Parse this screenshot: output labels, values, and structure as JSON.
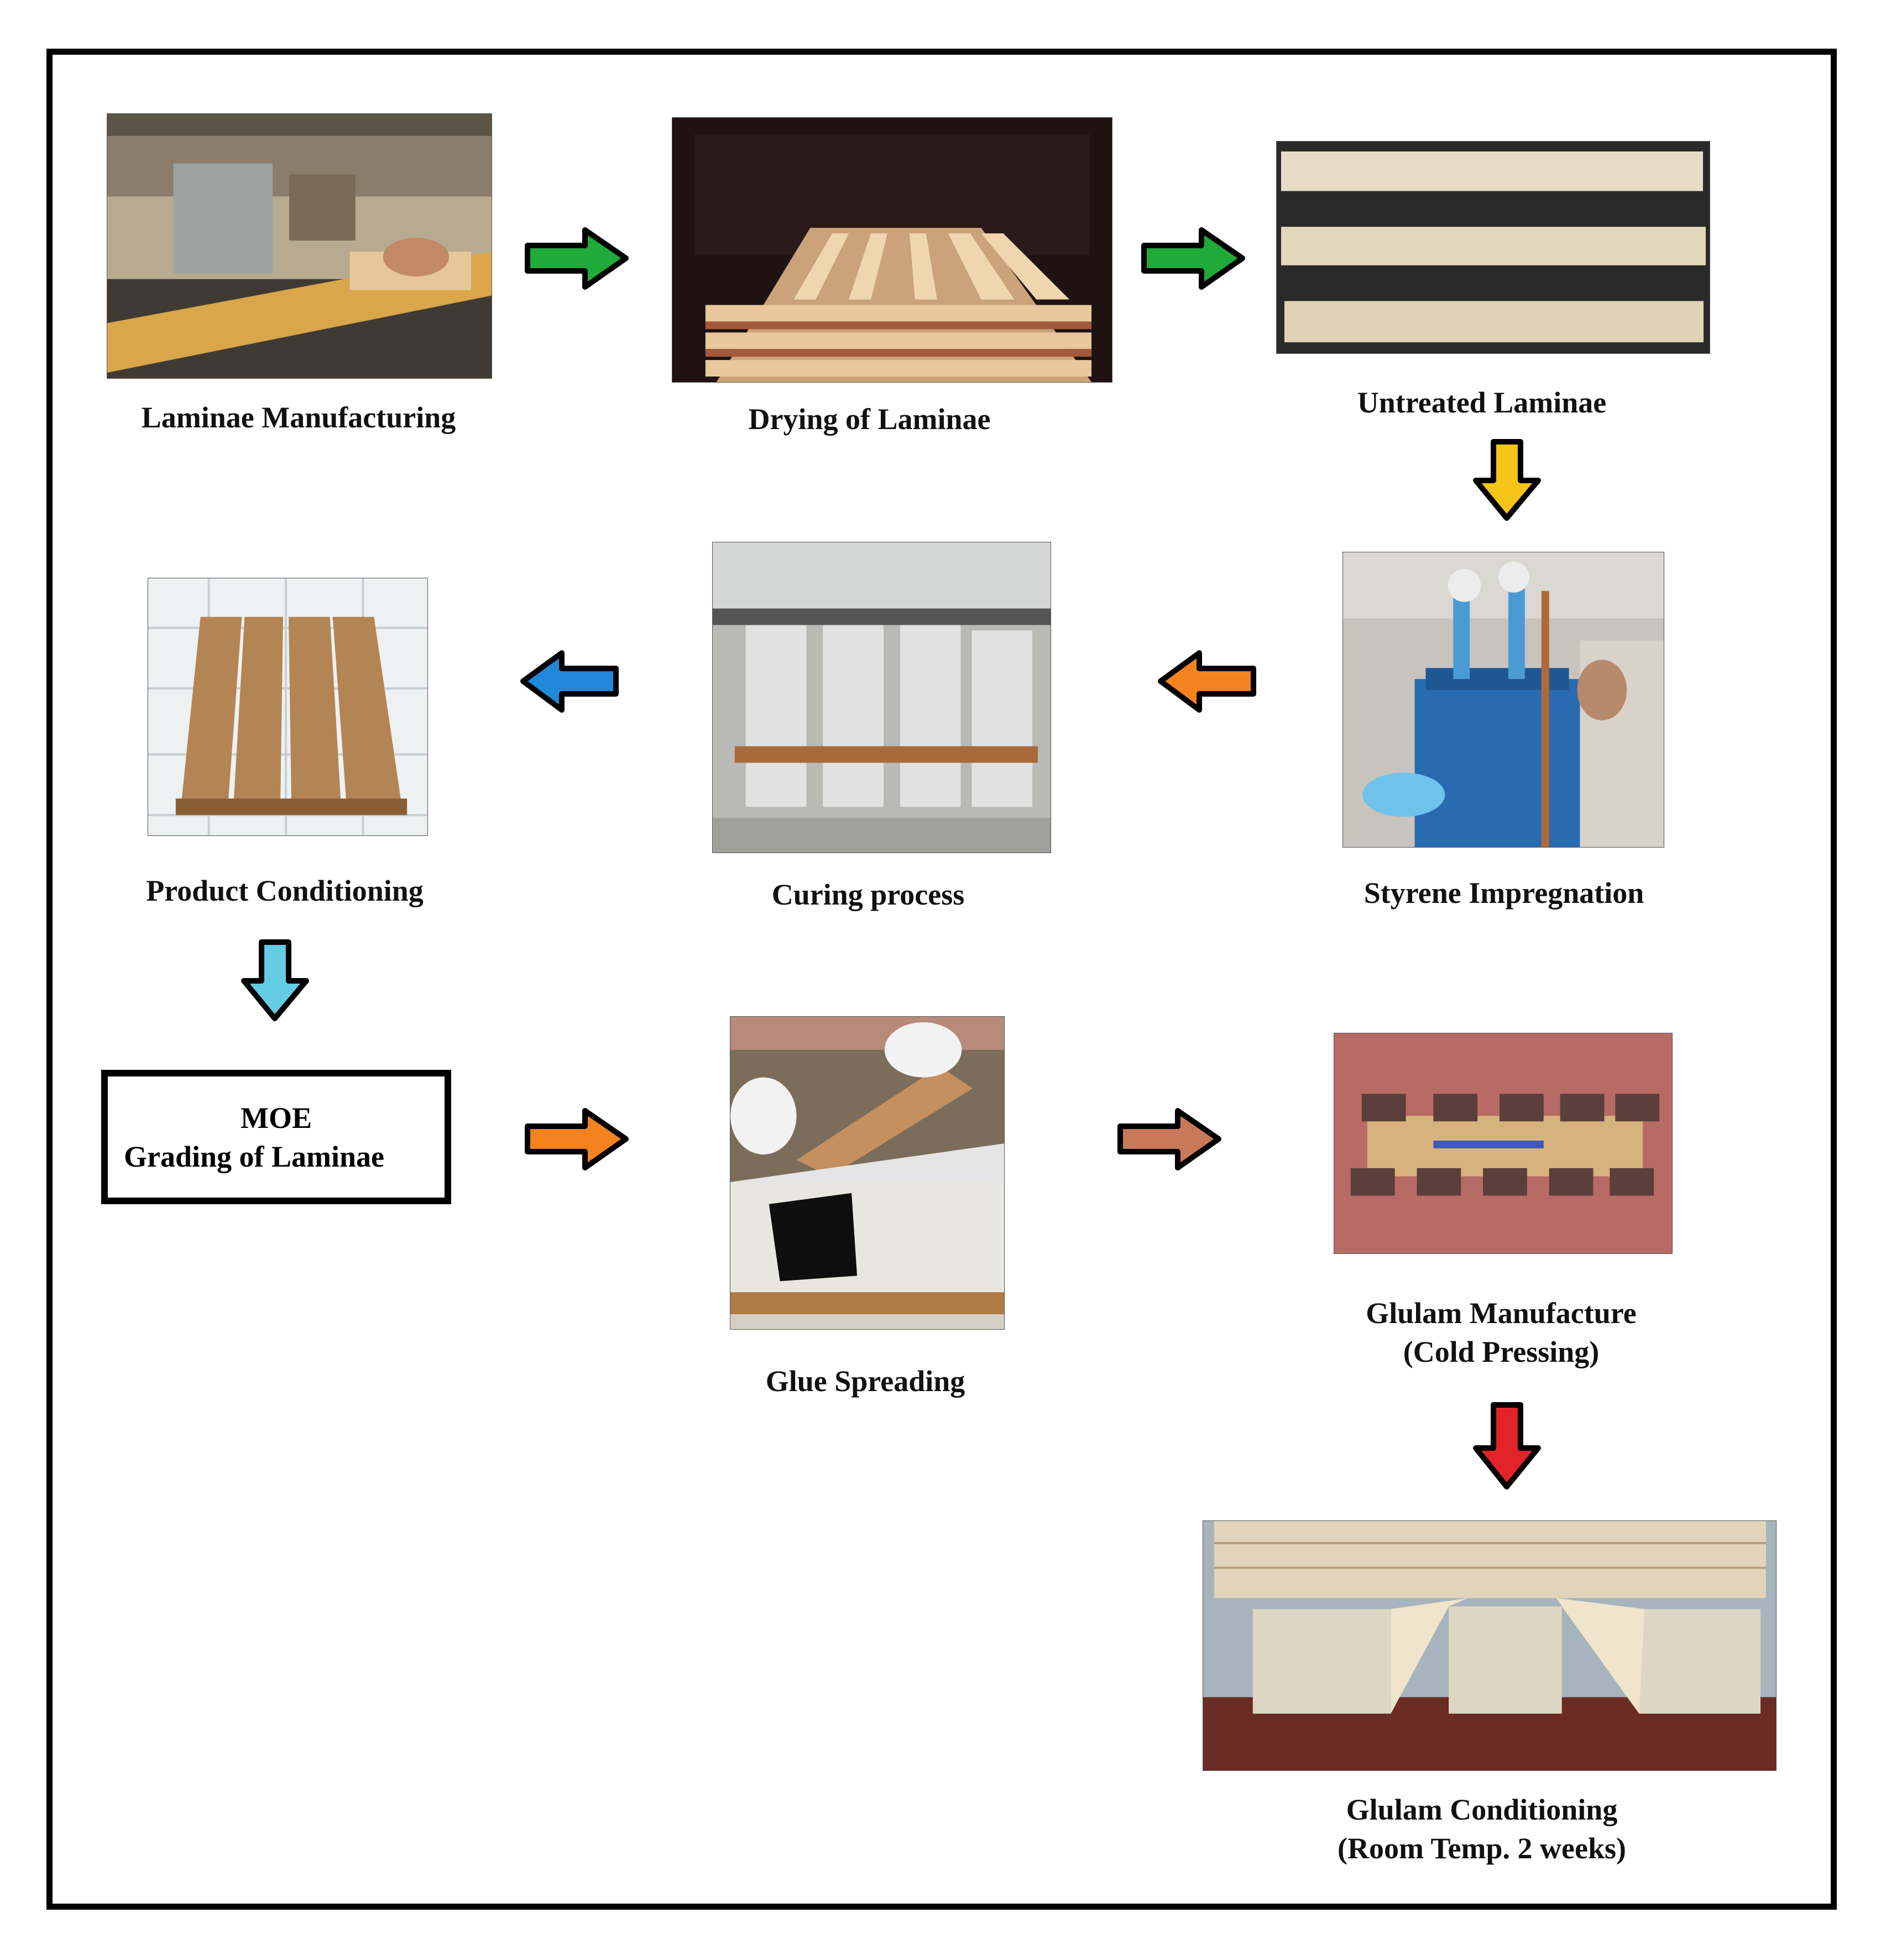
{
  "steps": [
    {
      "id": "laminae-manufacturing",
      "label_lines": [
        "Laminae Manufacturing"
      ]
    },
    {
      "id": "drying-of-laminae",
      "label_lines": [
        "Drying of Laminae"
      ]
    },
    {
      "id": "untreated-laminae",
      "label_lines": [
        "Untreated Laminae"
      ]
    },
    {
      "id": "styrene-impregnation",
      "label_lines": [
        "Styrene Impregnation"
      ]
    },
    {
      "id": "curing-process",
      "label_lines": [
        "Curing process"
      ]
    },
    {
      "id": "product-conditioning",
      "label_lines": [
        "Product Conditioning"
      ]
    },
    {
      "id": "moe-grading",
      "label_lines": [
        "MOE",
        "Grading of Laminae"
      ]
    },
    {
      "id": "glue-spreading",
      "label_lines": [
        "Glue Spreading"
      ]
    },
    {
      "id": "glulam-manufacture",
      "label_lines": [
        "Glulam Manufacture",
        "(Cold Pressing)"
      ]
    },
    {
      "id": "glulam-conditioning",
      "label_lines": [
        "Glulam Conditioning",
        "(Room Temp. 2 weeks)"
      ]
    }
  ],
  "arrow_colors": {
    "green": "#1faa3a",
    "yellow": "#f7c518",
    "orange": "#f4821f",
    "blue": "#1f88d9",
    "light_blue": "#66cce6",
    "brown": "#c8795a",
    "red": "#e3232a"
  }
}
